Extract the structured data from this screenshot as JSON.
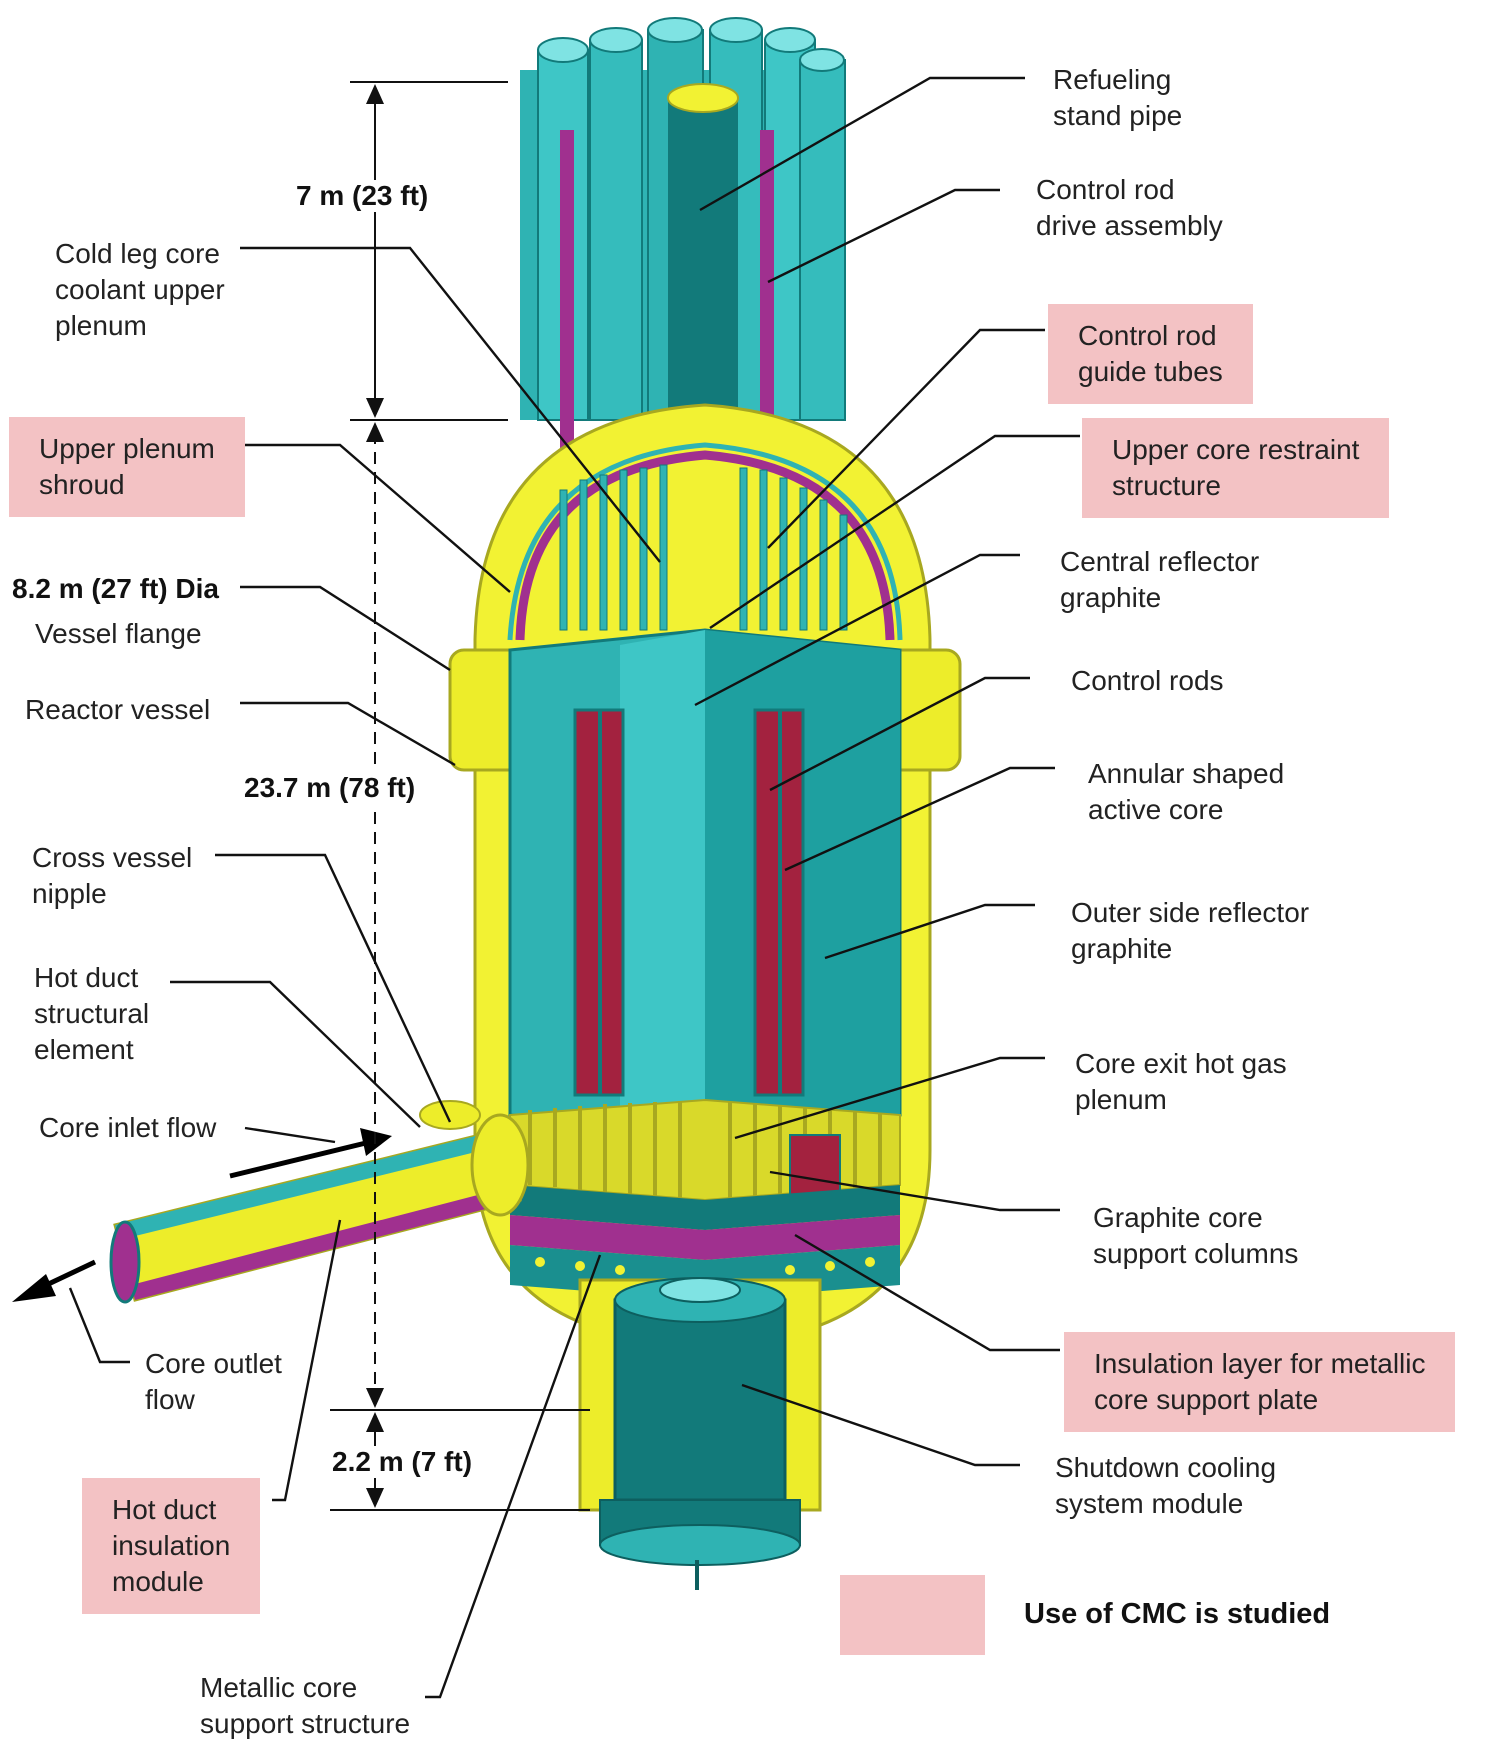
{
  "colors": {
    "highlight": "#f3c2c4",
    "vessel_yellow": "#f2f233",
    "vessel_shadow": "#a8a820",
    "teal": "#2fb3b3",
    "teal_dark": "#127a7a",
    "purple": "#a0308f",
    "crimson": "#a3223f",
    "leader_line": "#111111"
  },
  "dimensions": {
    "top": "7 m (23 ft)",
    "diameter_line1": "8.2 m (27 ft) Dia",
    "height": "23.7 m (78 ft)",
    "bottom": "2.2 m (7 ft)"
  },
  "labels": {
    "refueling": [
      "Refueling",
      "stand pipe"
    ],
    "crd_assembly": [
      "Control rod",
      "drive assembly"
    ],
    "crd_guide_tubes": [
      "Control rod",
      "guide tubes"
    ],
    "upper_core_restraint": [
      "Upper core restraint",
      "structure"
    ],
    "central_reflector": [
      "Central reflector",
      "graphite"
    ],
    "control_rods": [
      "Control rods"
    ],
    "annular_core": [
      "Annular shaped",
      "active core"
    ],
    "outer_reflector": [
      "Outer side reflector",
      "graphite"
    ],
    "hot_gas_plenum": [
      "Core exit hot gas",
      "plenum"
    ],
    "support_columns": [
      "Graphite core",
      "support columns"
    ],
    "insulation_layer": [
      "Insulation layer for metallic",
      "core support plate"
    ],
    "shutdown_cooling": [
      "Shutdown cooling",
      "system module"
    ],
    "cold_leg": [
      "Cold leg core",
      "coolant upper",
      "plenum"
    ],
    "upper_plenum_shroud": [
      "Upper plenum",
      "shroud"
    ],
    "vessel_flange": [
      "Vessel flange"
    ],
    "reactor_vessel": [
      "Reactor vessel"
    ],
    "cross_vessel": [
      "Cross vessel",
      "nipple"
    ],
    "hot_duct_structural": [
      "Hot duct",
      "structural",
      "element"
    ],
    "core_inlet": [
      "Core inlet flow"
    ],
    "core_outlet": [
      "Core outlet",
      "flow"
    ],
    "hot_duct_insulation": [
      "Hot duct",
      "insulation",
      "module"
    ],
    "metallic_support": [
      "Metallic core",
      "support structure"
    ]
  },
  "legend": {
    "text": "Use of CMC is studied"
  }
}
